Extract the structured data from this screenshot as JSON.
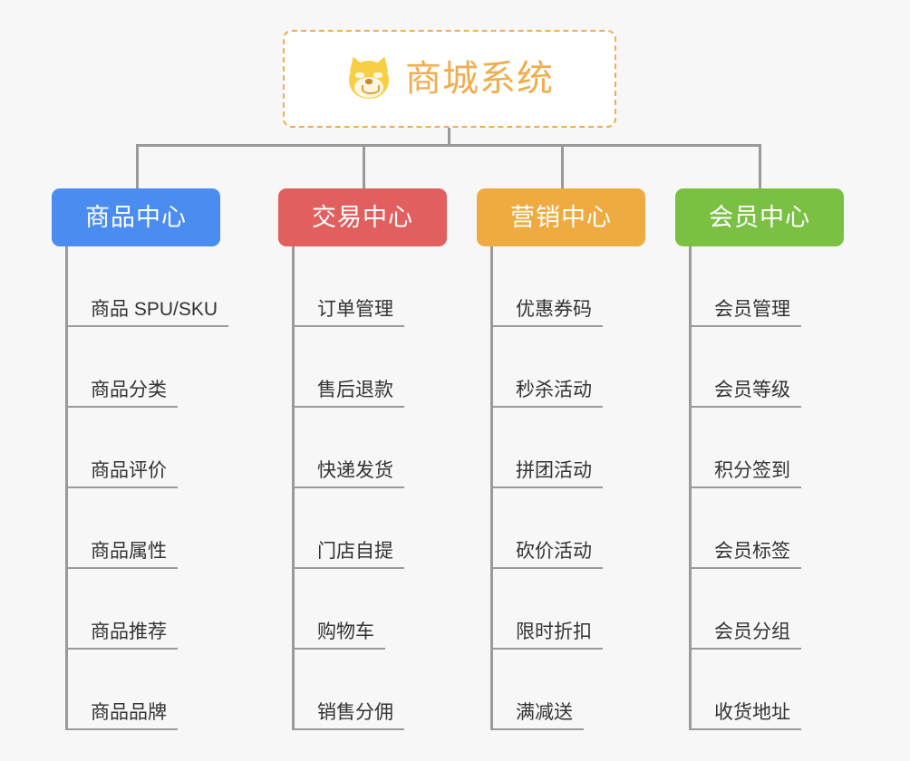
{
  "root": {
    "title": "商城系统",
    "icon": "dog-face-icon",
    "border_color": "#f0ad4e",
    "text_color": "#f0ad4e",
    "background": "#ffffff"
  },
  "canvas": {
    "background": "#f7f7f7",
    "connector_color": "#9a9a9a"
  },
  "branches": [
    {
      "title": "商品中心",
      "color": "#4a8cf0",
      "leaves": [
        "商品 SPU/SKU",
        "商品分类",
        "商品评价",
        "商品属性",
        "商品推荐",
        "商品品牌"
      ]
    },
    {
      "title": "交易中心",
      "color": "#e15f5f",
      "leaves": [
        "订单管理",
        "售后退款",
        "快递发货",
        "门店自提",
        "购物车",
        "销售分佣"
      ]
    },
    {
      "title": "营销中心",
      "color": "#eeab42",
      "leaves": [
        "优惠券码",
        "秒杀活动",
        "拼团活动",
        "砍价活动",
        "限时折扣",
        "满减送"
      ]
    },
    {
      "title": "会员中心",
      "color": "#7ac143",
      "leaves": [
        "会员管理",
        "会员等级",
        "积分签到",
        "会员标签",
        "会员分组",
        "收货地址"
      ]
    }
  ]
}
